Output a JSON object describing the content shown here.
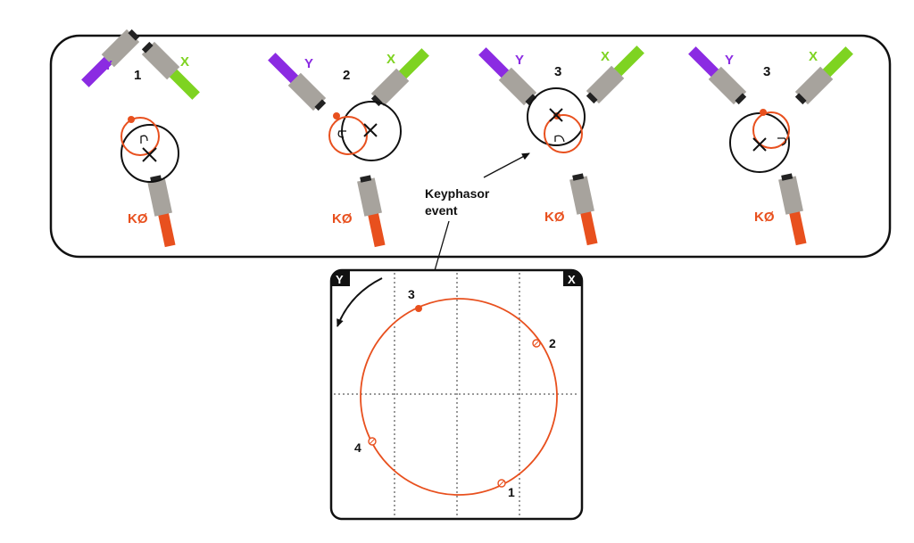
{
  "colors": {
    "orange": "#e8501e",
    "purple": "#8b2be2",
    "green": "#7ed321",
    "probe_gray": "#a7a39d",
    "black": "#111111"
  },
  "panels": [
    {
      "number": "1",
      "y_label": "Y",
      "x_label": "X",
      "kphi_label": "KØ"
    },
    {
      "number": "2",
      "y_label": "Y",
      "x_label": "X",
      "kphi_label": "KØ"
    },
    {
      "number": "3",
      "y_label": "Y",
      "x_label": "X",
      "kphi_label": "KØ"
    },
    {
      "number": "3",
      "y_label": "Y",
      "x_label": "X",
      "kphi_label": "KØ"
    }
  ],
  "keyphasor_callout": {
    "line1": "Keyphasor",
    "line2": "event"
  },
  "orbit_plot": {
    "y_tag": "Y",
    "x_tag": "X",
    "points": [
      {
        "label": "3",
        "filled": true
      },
      {
        "label": "2",
        "filled": false
      },
      {
        "label": "4",
        "filled": false
      },
      {
        "label": "1",
        "filled": false
      }
    ]
  }
}
